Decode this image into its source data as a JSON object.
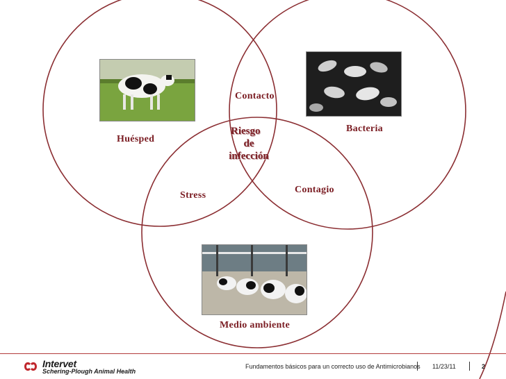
{
  "diagram": {
    "labels": {
      "contacto": "Contacto",
      "bacteria": "Bacteria",
      "huesped": "Huésped",
      "stress": "Stress",
      "contagio": "Contagio",
      "medio_ambiente": "Medio ambiente"
    },
    "center": {
      "line1": "Riesgo",
      "line2": "de",
      "line3": "infección"
    },
    "circle_color": "#8b2e32",
    "label_color": "#7a1c22",
    "images": [
      "cow-in-pasture-photo",
      "bacteria-micrograph-photo",
      "dairy-barn-cows-photo"
    ]
  },
  "footer": {
    "brand": "Intervet",
    "brand_sub": "Schering-Plough Animal Health",
    "title": "Fundamentos básicos  para un correcto uso de Antimicrobianos",
    "date": "11/23/11",
    "page": "2",
    "accent": "#b33a3a"
  }
}
